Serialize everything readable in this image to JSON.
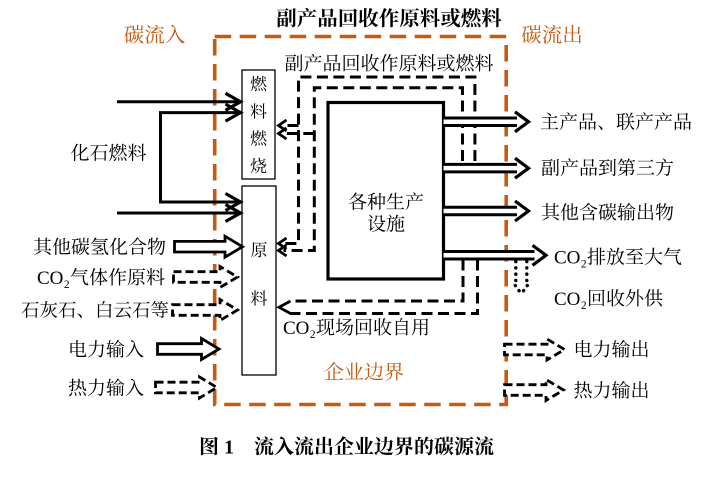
{
  "figure": {
    "top_title": "副产品回收作原料或燃料",
    "caption": "图 1　流入流出企业边界的碳源流"
  },
  "zone_labels": {
    "carbon_in": "碳流入",
    "carbon_out": "碳流出",
    "enterprise_boundary": "企业边界"
  },
  "boxes": {
    "fuel_combustion": {
      "label": "燃料燃烧",
      "chars": [
        "燃",
        "料",
        "燃",
        "烧"
      ]
    },
    "raw_material": {
      "label": "原料",
      "chars": [
        "原",
        "料"
      ]
    },
    "production": {
      "label": "各种生产设施",
      "lines": [
        "各种生产",
        "设施"
      ]
    }
  },
  "inputs": [
    {
      "label": "化石燃料",
      "arrow": "solid-line",
      "targets": "fuel_combustion,raw_material"
    },
    {
      "label": "其他碳氢化合物",
      "arrow": "solid-block",
      "targets": "raw_material"
    },
    {
      "label": "CO₂气体作原料",
      "arrow": "dashed-block",
      "targets": "raw_material"
    },
    {
      "label": "石灰石、白云石等",
      "arrow": "dashed-block",
      "targets": "raw_material"
    },
    {
      "label": "电力输入",
      "arrow": "solid-block",
      "targets": "boundary"
    },
    {
      "label": "热力输入",
      "arrow": "dashed-block",
      "targets": "boundary"
    }
  ],
  "outputs": [
    {
      "label": "主产品、联产产品",
      "arrow": "double-line"
    },
    {
      "label": "副产品到第三方",
      "arrow": "double-line"
    },
    {
      "label": "其他含碳输出物",
      "arrow": "double-line"
    },
    {
      "label": "CO₂排放至大气",
      "arrow": "double-line"
    },
    {
      "label": "CO₂回收外供",
      "arrow": "dotted-line"
    },
    {
      "label": "电力输出",
      "arrow": "dashed-block"
    },
    {
      "label": "热力输出",
      "arrow": "dashed-block"
    }
  ],
  "internal_flows": {
    "byproduct_recycle": "副产品回收作原料或燃料",
    "co2_onsite_recovery": "CO₂现场回收自用"
  },
  "colors": {
    "accent_orange": "#C55A11",
    "ink": "#000000",
    "background": "#FFFFFF"
  }
}
